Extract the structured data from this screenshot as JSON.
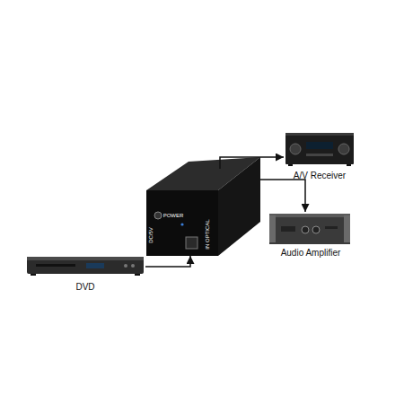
{
  "diagram": {
    "nodes": [
      {
        "text": [
          "A/V Receiver"
        ]
      },
      {
        "text": [
          "POWER",
          "DC/5V",
          "IN OPTICAL"
        ]
      },
      {
        "text": [
          "Audio Amplifier"
        ]
      },
      {
        "text": [
          "DVD"
        ]
      }
    ],
    "edges": [
      {
        "from": 3,
        "to": 1,
        "arrow": "to"
      },
      {
        "from": 1,
        "to": 0,
        "arrow": "to"
      },
      {
        "from": 1,
        "to": 2,
        "arrow": "to"
      }
    ]
  }
}
